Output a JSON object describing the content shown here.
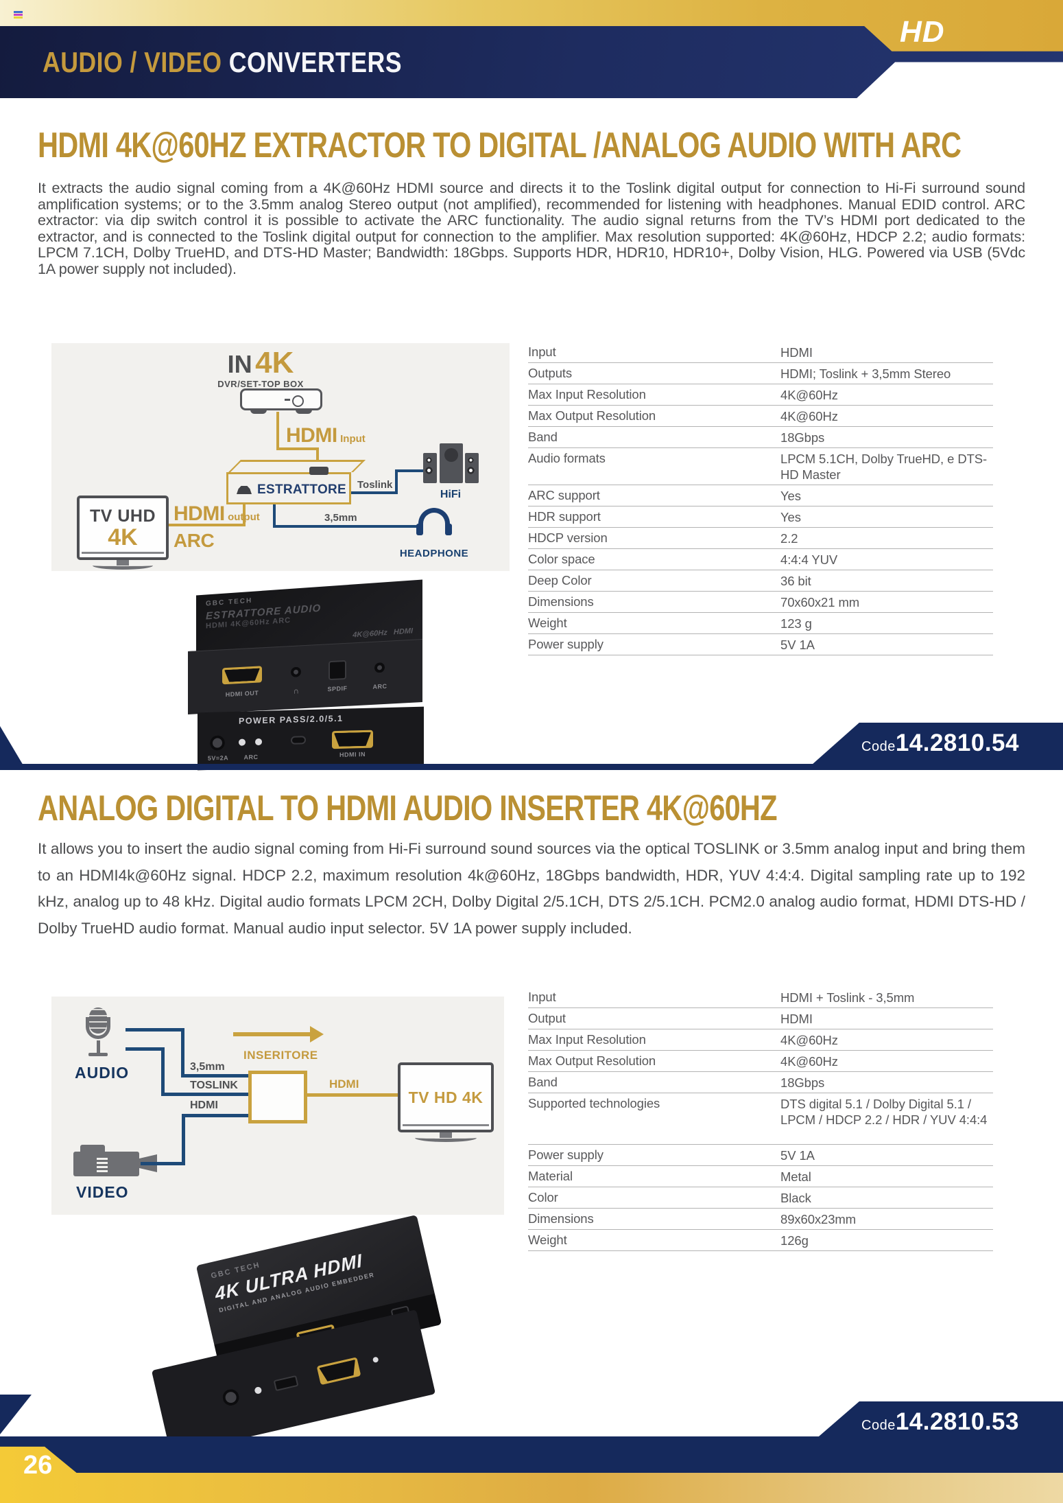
{
  "colors": {
    "navy": "#1d2b5f",
    "gold_text": "#ba9033",
    "gold_bar": "#ddb242",
    "diagram_line_blue": "#1e4a78"
  },
  "header": {
    "badge": "HD",
    "title_gold": "AUDIO / VIDEO",
    "title_white": "CONVERTERS"
  },
  "footer": {
    "page_number": "26"
  },
  "section1": {
    "heading": "HDMI 4K@60HZ EXTRACTOR TO DIGITAL /ANALOG AUDIO WITH ARC",
    "description": "It extracts the audio signal coming from a 4K@60Hz HDMI source and directs it to the Toslink digital output for connection to Hi-Fi surround sound amplification systems; or to the 3.5mm analog Stereo output (not amplified), recommended for listening with headphones. Manual EDID control. ARC extractor: via dip switch control it is possible to activate the ARC functionality. The audio signal returns from the TV’s HDMI port dedicated to the extractor, and is connected to the Toslink digital output for connection to the amplifier. Max resolution supported: 4K@60Hz, HDCP 2.2; audio formats: LPCM 7.1CH, Dolby TrueHD, and DTS-HD Master; Bandwidth: 18Gbps. Supports HDR, HDR10, HDR10+, Dolby Vision, HLG. Powered via USB (5Vdc 1A power supply not included).",
    "code_label": "Code",
    "code_value": "14.2810.54",
    "diagram": {
      "in_prefix": "IN",
      "in_res": "4K",
      "source_label": "DVR/SET-TOP BOX",
      "hdmi_in_label": "HDMI",
      "hdmi_in_sub": "Input",
      "box_label": "ESTRATTORE",
      "toslink_label": "Toslink",
      "hifi_label": "HiFi",
      "jack_label": "3,5mm",
      "headphone_label": "HEADPHONE",
      "tv_label_top": "TV UHD",
      "tv_label_res": "4K",
      "hdmi_out_label": "HDMI",
      "hdmi_out_sub": "output",
      "arc_label": "ARC"
    },
    "specs": [
      {
        "label": "Input",
        "value": "HDMI"
      },
      {
        "label": "Outputs",
        "value": "HDMI; Toslink + 3,5mm Stereo"
      },
      {
        "label": "Max Input Resolution",
        "value": "4K@60Hz"
      },
      {
        "label": "Max Output Resolution",
        "value": "4K@60Hz"
      },
      {
        "label": "Band",
        "value": "18Gbps"
      },
      {
        "label": "Audio formats",
        "value": "LPCM 5.1CH, Dolby TrueHD, e DTS-HD Master"
      },
      {
        "label": "ARC support",
        "value": "Yes"
      },
      {
        "label": "HDR support",
        "value": "Yes"
      },
      {
        "label": "HDCP version",
        "value": "2.2"
      },
      {
        "label": "Color space",
        "value": "4:4:4 YUV"
      },
      {
        "label": "Deep Color",
        "value": "36 bit"
      },
      {
        "label": "Dimensions",
        "value": "70x60x21 mm"
      },
      {
        "label": "Weight",
        "value": "123 g"
      },
      {
        "label": "Power supply",
        "value": "5V 1A"
      }
    ],
    "photo": {
      "brand": "GBC TECH",
      "top_line1": "ESTRATTORE AUDIO",
      "top_line2": "HDMI 4K@60Hz ARC",
      "badge_left": "4K@60Hz",
      "badge_right": "HDMI",
      "port1": "HDMI OUT",
      "port2": "∩",
      "port3": "SPDIF",
      "port4": "ARC",
      "rear_title": "POWER PASS/2.0/5.1",
      "rear_port1": "5V=2A",
      "rear_port2": "ARC",
      "rear_port3": "HDMI IN"
    }
  },
  "section2": {
    "heading": "ANALOG DIGITAL TO HDMI AUDIO INSERTER 4K@60HZ",
    "description": "It allows you to insert the audio signal coming from Hi-Fi surround sound sources via the optical TOSLINK or 3.5mm analog input and bring them to an HDMI4k@60Hz signal. HDCP 2.2, maximum resolution 4k@60Hz, 18Gbps bandwidth, HDR, YUV 4:4:4. Digital sampling rate up to 192 kHz, analog up to 48 kHz. Digital audio formats LPCM 2CH, Dolby Digital 2/5.1CH, DTS 2/5.1CH. PCM2.0 analog audio format, HDMI DTS-HD / Dolby TrueHD audio format. Manual audio input selector. 5V 1A power supply included.",
    "code_label": "Code",
    "code_value": "14.2810.53",
    "diagram": {
      "audio_label": "AUDIO",
      "video_label": "VIDEO",
      "line1_label": "3,5mm",
      "line2_label": "TOSLINK",
      "line3_label": "HDMI",
      "box_label": "INSERITORE",
      "hdmi_out_label": "HDMI",
      "tv_label": "TV HD 4K"
    },
    "specs": [
      {
        "label": "Input",
        "value": "HDMI + Toslink - 3,5mm"
      },
      {
        "label": "Output",
        "value": "HDMI"
      },
      {
        "label": "Max Input Resolution",
        "value": "4K@60Hz"
      },
      {
        "label": "Max Output Resolution",
        "value": "4K@60Hz"
      },
      {
        "label": "Band",
        "value": "18Gbps"
      },
      {
        "label": "Supported technologies",
        "value": "DTS digital 5.1 / Dolby Digital 5.1 / LPCM / HDCP 2.2 / HDR / YUV 4:4:4"
      },
      {
        "label": "Power supply",
        "value": "5V 1A"
      },
      {
        "label": "Material",
        "value": "Metal"
      },
      {
        "label": "Color",
        "value": "Black"
      },
      {
        "label": "Dimensions",
        "value": "89x60x23mm"
      },
      {
        "label": "Weight",
        "value": "126g"
      }
    ],
    "photo": {
      "brand": "GBC TECH",
      "title": "4K ULTRA HDMI",
      "subtitle": "DIGITAL AND ANALOG AUDIO EMBEDDER"
    }
  }
}
